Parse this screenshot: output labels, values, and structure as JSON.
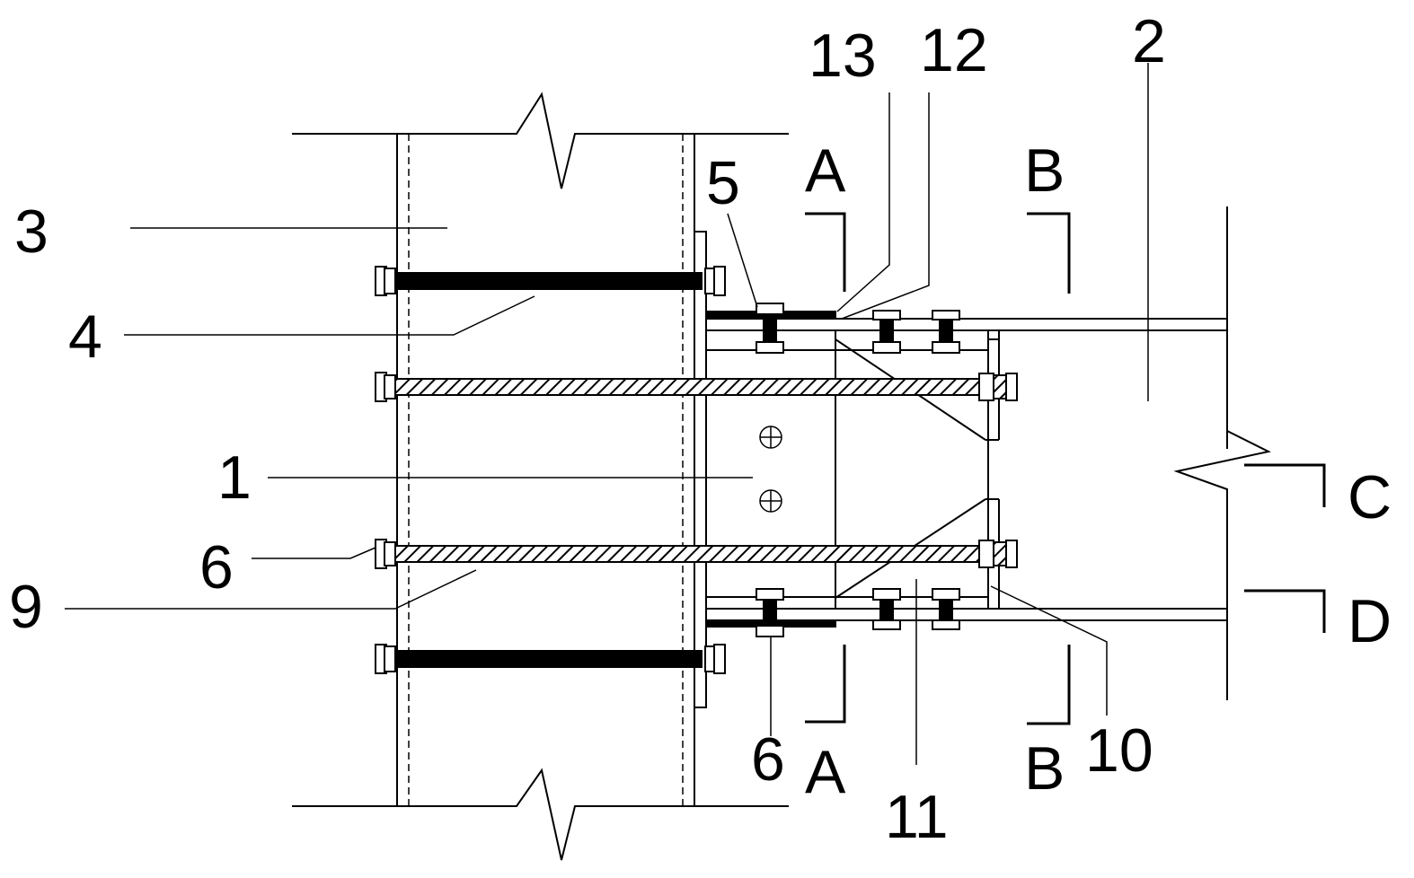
{
  "labels": {
    "l1": "1",
    "l2": "2",
    "l3": "3",
    "l4": "4",
    "l5": "5",
    "l6a": "6",
    "l6b": "6",
    "l9": "9",
    "l10": "10",
    "l11": "11",
    "l12": "12",
    "l13": "13"
  },
  "sections": {
    "a_top": "A",
    "a_bottom": "A",
    "b_top": "B",
    "b_bottom": "B",
    "c": "C",
    "d": "D"
  }
}
